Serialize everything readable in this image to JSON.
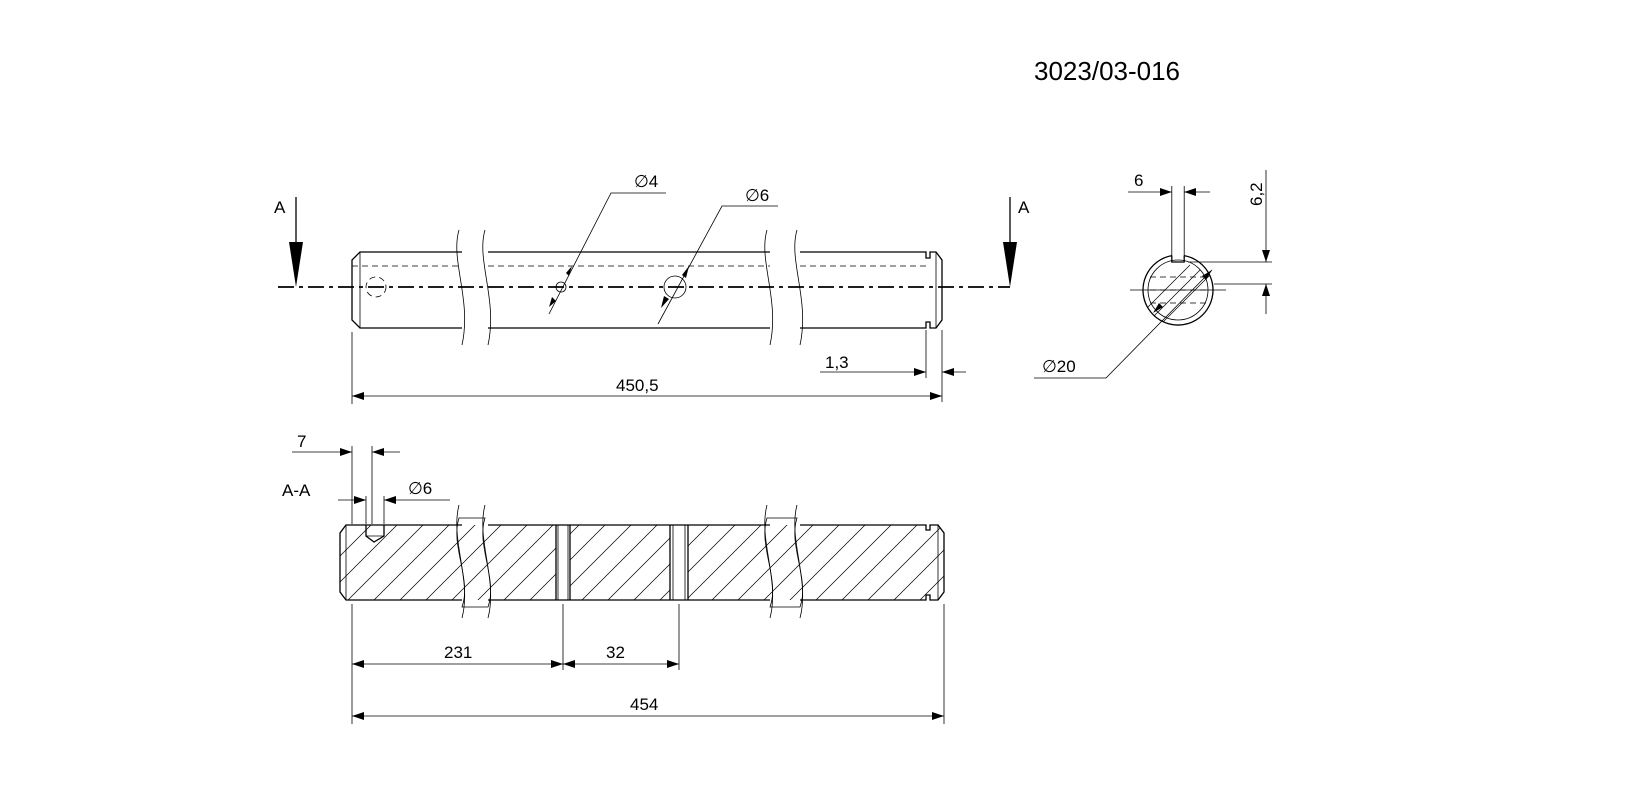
{
  "drawing": {
    "number": "3023/03-016",
    "section_mark": "A",
    "section_label": "A-A",
    "front_view": {
      "hole_small": "∅4",
      "hole_large": "∅6",
      "end_groove": "1,3",
      "overall_length": "450,5"
    },
    "end_view": {
      "slot_width": "6",
      "slot_depth": "6,2",
      "diameter": "∅20"
    },
    "section_view": {
      "blind_hole_offset": "7",
      "blind_hole_diameter": "∅6",
      "length_to_first": "231",
      "spacing": "32",
      "overall_length": "454"
    }
  }
}
